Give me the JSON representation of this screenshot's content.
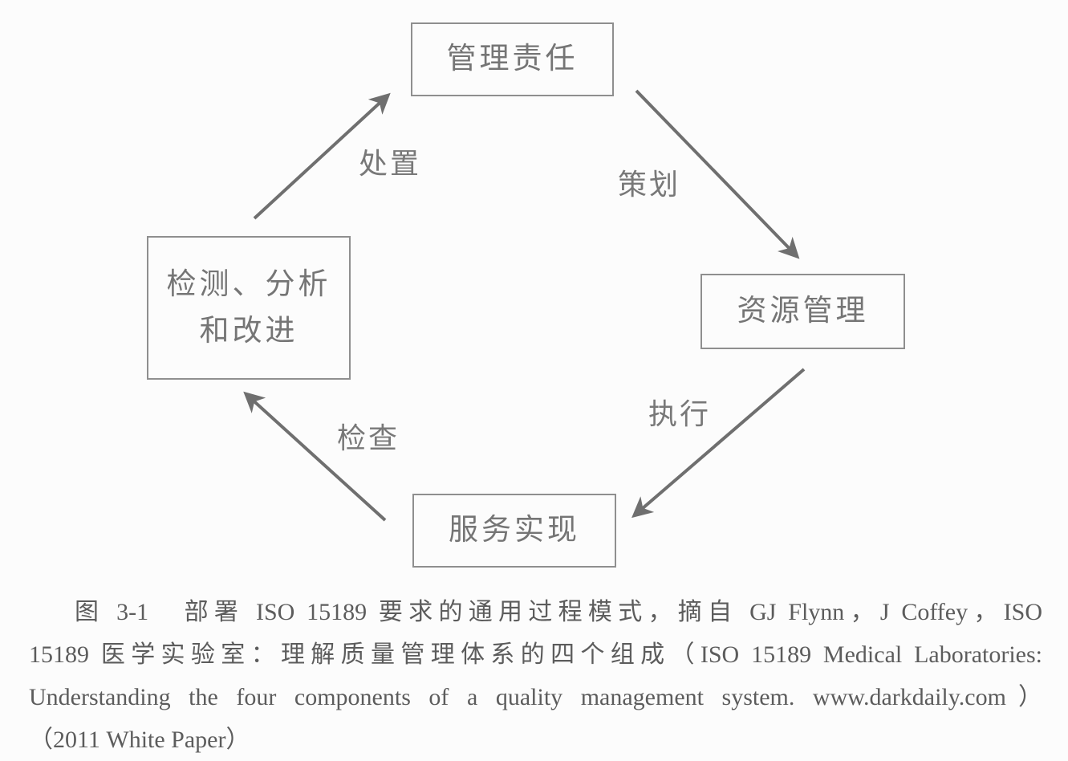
{
  "page": {
    "background": "#fcfcfc",
    "kind": "scanned book page with process-model figure"
  },
  "diagram": {
    "nodes": {
      "management_responsibility": {
        "label": "管理责任"
      },
      "resource_management": {
        "label": "资源管理"
      },
      "measurement_analysis_improvement": {
        "line1": "检测、分析",
        "line2": "和改进"
      },
      "service_realization": {
        "label": "服务实现"
      }
    },
    "edges": {
      "act": {
        "label": "处置",
        "from": "measurement_analysis_improvement",
        "to": "management_responsibility"
      },
      "plan": {
        "label": "策划",
        "from": "management_responsibility",
        "to": "resource_management"
      },
      "do": {
        "label": "执行",
        "from": "resource_management",
        "to": "service_realization"
      },
      "check": {
        "label": "检查",
        "from": "service_realization",
        "to": "measurement_analysis_improvement"
      }
    },
    "colors": {
      "arrow": "#6f6f6f",
      "box_border": "#8f8f8f",
      "box_text": "#757575"
    }
  },
  "caption": {
    "lines": [
      "图 3-1　部署 ISO 15189 要求的通用过程模式，摘自 GJ Flynn，J Coffey，ISO",
      "15189 医学实验室：理解质量管理体系的四个组成（ISO 15189 Medical Laboratories:",
      "Understanding the four components of a quality management system. www.darkdaily.com）",
      "（2011 White Paper）"
    ]
  }
}
